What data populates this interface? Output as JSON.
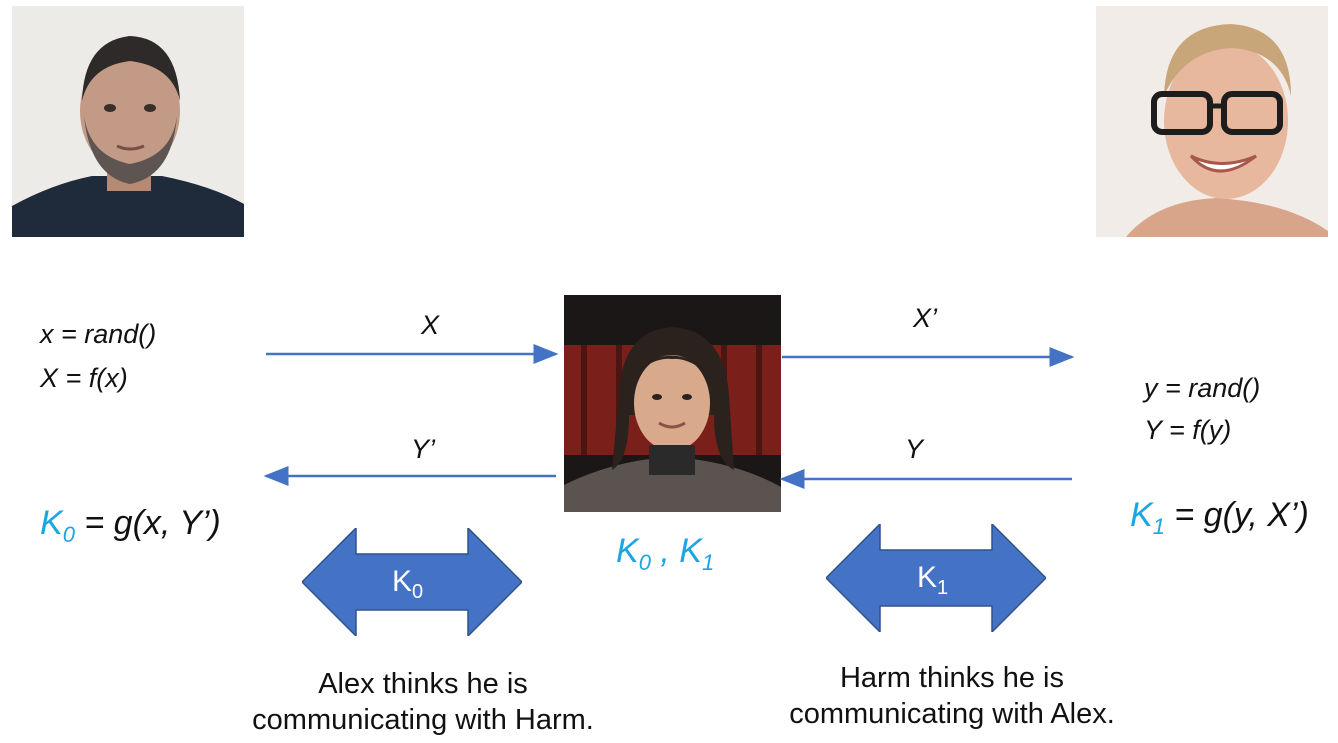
{
  "left_party": {
    "line1": "x = rand()",
    "line2": "X = f(x)",
    "key_var": "K",
    "key_sub": "0",
    "key_expr": " = g(x, Y’)"
  },
  "right_party": {
    "line1": "y = rand()",
    "line2": "Y = f(y)",
    "key_var": "K",
    "key_sub": "1",
    "key_expr": " = g(y, X’)"
  },
  "middle": {
    "k0_var": "K",
    "k0_sub": "0",
    "sep": " , ",
    "k1_var": "K",
    "k1_sub": "1"
  },
  "arrows": {
    "top_left": "X",
    "bottom_left": "Y’",
    "top_right": "X’",
    "bottom_right": "Y"
  },
  "double_arrows": {
    "left_var": "K",
    "left_sub": "0",
    "right_var": "K",
    "right_sub": "1"
  },
  "captions": {
    "left_line1": "Alex thinks he is",
    "left_line2": "communicating with Harm.",
    "right_line1": "Harm thinks he is",
    "right_line2": "communicating with Alex."
  },
  "colors": {
    "arrow": "#4472c4",
    "key_highlight": "#1aa6e0"
  }
}
